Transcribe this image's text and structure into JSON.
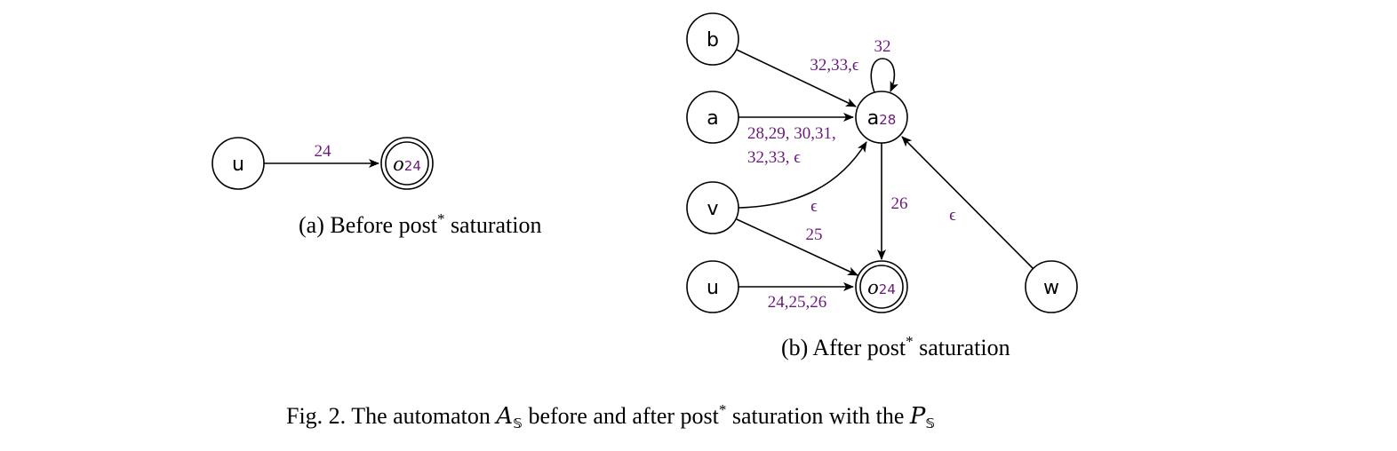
{
  "colors": {
    "label": "#6a1b7a",
    "ink": "#000000"
  },
  "subfig_a": {
    "caption_prefix": "(a) Before post",
    "caption_star": "*",
    "caption_suffix": " saturation",
    "nodes": {
      "u": {
        "label": "u"
      },
      "o24": {
        "label": "o",
        "sub": "24"
      }
    },
    "edges": {
      "u_o24": "24"
    }
  },
  "subfig_b": {
    "caption_prefix": "(b) After post",
    "caption_star": "*",
    "caption_suffix": " saturation",
    "nodes": {
      "b": {
        "label": "b"
      },
      "a": {
        "label": "a"
      },
      "a28": {
        "label": "a",
        "sub": "28"
      },
      "v": {
        "label": "v"
      },
      "u": {
        "label": "u"
      },
      "o24": {
        "label": "o",
        "sub": "24"
      },
      "w": {
        "label": "w"
      }
    },
    "edges": {
      "self_loop": "32",
      "b_a28": "32,33,ϵ",
      "a_a28_line1": "28,29, 30,31,",
      "a_a28_line2": "32,33, ϵ",
      "v_a28": "ϵ",
      "v_o24": "25",
      "a28_o24": "26",
      "w_a28": "ϵ",
      "u_o24": "24,25,26"
    }
  },
  "figure_caption": {
    "prefix": "Fig. 2.  The automaton ",
    "A": "A",
    "A_sub": "𝕊",
    "middle": " before and after post",
    "star": "*",
    "suffix": " saturation with the ",
    "P": "P",
    "P_sub": "𝕊"
  }
}
